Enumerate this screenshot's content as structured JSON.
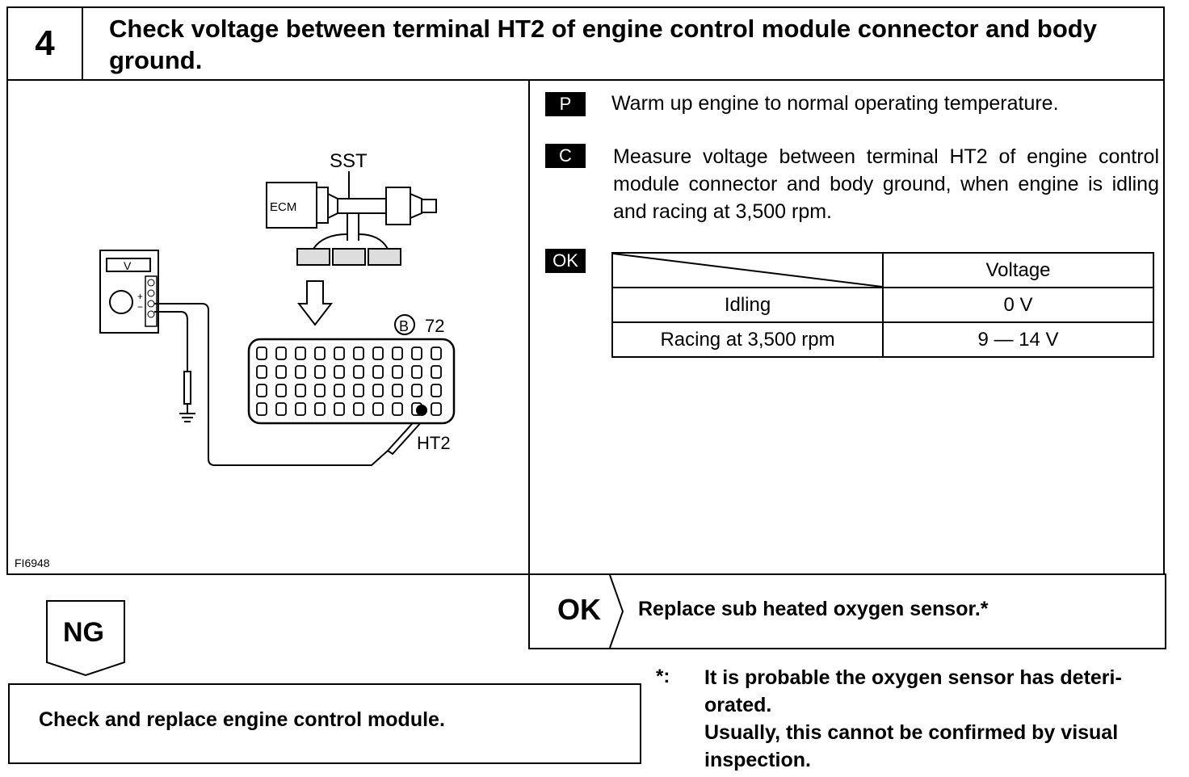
{
  "step": {
    "number": "4",
    "title": "Check voltage between terminal HT2 of engine control module connector and body ground."
  },
  "diagram": {
    "labels": {
      "sst": "SST",
      "ecm": "ECM",
      "meter": "V",
      "plus": "+",
      "minus": "−",
      "connector_code": "B",
      "connector_number": "72",
      "terminal": "HT2",
      "figure_id": "FI6948"
    },
    "connector_pin_rows": 4,
    "connector_pin_columns": 10
  },
  "instructions": [
    {
      "tag": "P",
      "text": "Warm up engine to normal operating temperature."
    },
    {
      "tag": "C",
      "text": "Measure voltage between terminal HT2 of engine control module connector and body ground, when engine is idling and racing at 3,500 rpm."
    }
  ],
  "spec": {
    "tag": "OK",
    "header": "Voltage",
    "rows": [
      {
        "condition": "Idling",
        "value": "0 V"
      },
      {
        "condition": "Racing at 3,500 rpm",
        "value": "9 — 14 V"
      }
    ]
  },
  "result_ok": {
    "label": "OK",
    "action": "Replace sub heated oxygen sensor.*"
  },
  "result_ng": {
    "label": "NG",
    "action": "Check and replace engine control module."
  },
  "note": {
    "mark": "*:",
    "lines": [
      "It is probable the oxygen sensor has deteri-",
      "orated.",
      "Usually, this cannot be confirmed by visual",
      "inspection."
    ]
  }
}
